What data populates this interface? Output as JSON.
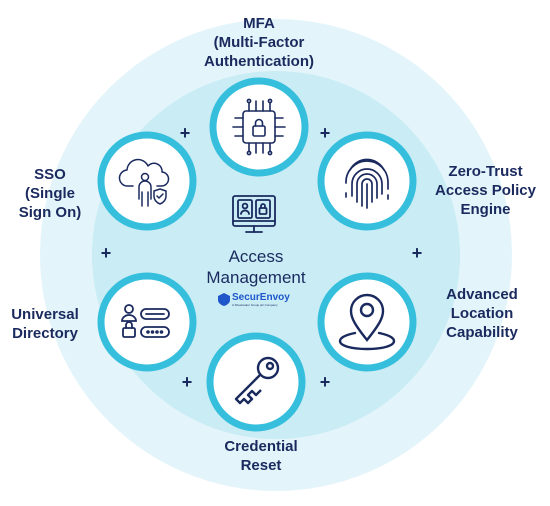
{
  "center": {
    "title_line1": "Access",
    "title_line2": "Management",
    "brand": "SecurEnvoy",
    "brand_tagline": "A Shearwater Group plc Company"
  },
  "nodes": {
    "mfa": {
      "lines": [
        "MFA",
        "(Multi-Factor",
        "Authentication)"
      ]
    },
    "zero": {
      "lines": [
        "Zero-Trust",
        "Access Policy",
        "Engine"
      ]
    },
    "loc": {
      "lines": [
        "Advanced",
        "Location",
        "Capability"
      ]
    },
    "cred": {
      "lines": [
        "Credential",
        "Reset"
      ]
    },
    "dir": {
      "lines": [
        "Universal",
        "Directory"
      ]
    },
    "sso": {
      "lines": [
        "SSO",
        "(Single",
        "Sign On)"
      ]
    }
  },
  "plus_symbol": "+",
  "colors": {
    "outer_ring": "#e3f5fa",
    "inner_ring": "#c9ecf5",
    "node_fill": "#ffffff",
    "node_stroke": "#36bfdc",
    "icon": "#1a2a5e",
    "text": "#1a2a5e",
    "brand": "#1f56c9"
  },
  "icons": [
    "cpu-lock-icon",
    "fingerprint-icon",
    "map-pin-icon",
    "key-icon",
    "directory-users-icon",
    "cloud-user-shield-icon",
    "monitor-users-lock-icon"
  ]
}
